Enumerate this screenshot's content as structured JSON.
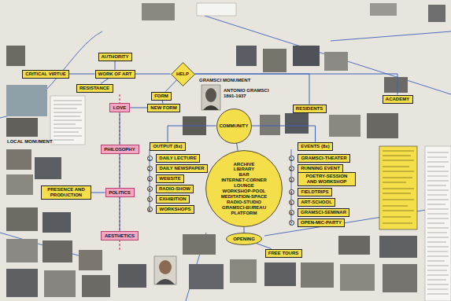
{
  "diagram": {
    "nodes": [
      {
        "text": [
          "AUTHORITY"
        ]
      },
      {
        "text": [
          "CRITICAL VIRTUE"
        ]
      },
      {
        "text": [
          "WORK OF ART"
        ]
      },
      {
        "text": [
          "HELP"
        ]
      },
      {
        "text": [
          "RESISTANCE"
        ]
      },
      {
        "text": [
          "FORM"
        ]
      },
      {
        "text": [
          "NEW FORM"
        ]
      },
      {
        "text": [
          "RESIDENTS"
        ]
      },
      {
        "text": [
          "ACADEMY"
        ]
      },
      {
        "text": [
          "COMMUNITY"
        ]
      },
      {
        "text": [
          "LOVE"
        ]
      },
      {
        "text": [
          "PHILOSOPHY"
        ]
      },
      {
        "text": [
          "POLITICS"
        ]
      },
      {
        "text": [
          "AESTHETICS"
        ]
      },
      {
        "text": [
          "PRESENCE AND PRODUCTION"
        ]
      },
      {
        "text": [
          "OUTPUT (8x)"
        ]
      },
      {
        "text": [
          "DAILY LECTURE"
        ]
      },
      {
        "text": [
          "DAILY NEWSPAPER"
        ]
      },
      {
        "text": [
          "WEBSITE"
        ]
      },
      {
        "text": [
          "RADIO-SHOW"
        ]
      },
      {
        "text": [
          "EXHIBITION"
        ]
      },
      {
        "text": [
          "WORKSHOPS"
        ]
      },
      {
        "text": [
          "ARCHIVE",
          "LIBRARY",
          "BAR",
          "INTERNET-CORNER",
          "LOUNGE",
          "WORKSHOP-POOL",
          "MEDITATION-SPACE",
          "RADIO-STUDIO",
          "GRAMSCI-BUREAU",
          "PLATFORM"
        ]
      },
      {
        "text": [
          "EVENTS (8x)"
        ]
      },
      {
        "text": [
          "GRAMSCI-THEATER"
        ]
      },
      {
        "text": [
          "RUNNING EVENT"
        ]
      },
      {
        "text": [
          "POETRY-SESSION AND WORKSHOP"
        ]
      },
      {
        "text": [
          "FIELDTRIPS"
        ]
      },
      {
        "text": [
          "ART-SCHOOL"
        ]
      },
      {
        "text": [
          "GRAMSCI-SEMINAR"
        ]
      },
      {
        "text": [
          "OPEN-MIC-PARTY"
        ]
      },
      {
        "text": [
          "OPENING"
        ]
      },
      {
        "text": [
          "FREE TOURS"
        ]
      }
    ],
    "edges": [
      {
        "from": 0,
        "to": 2,
        "arrow": "none"
      },
      {
        "from": 1,
        "to": 2,
        "arrow": "none"
      },
      {
        "from": 2,
        "to": 4,
        "arrow": "none"
      },
      {
        "from": 2,
        "to": 3,
        "arrow": "none"
      },
      {
        "from": 3,
        "to": 5,
        "arrow": "none"
      },
      {
        "from": 5,
        "to": 6,
        "arrow": "none"
      },
      {
        "from": 6,
        "to": 10,
        "arrow": "none"
      },
      {
        "from": 3,
        "to": 7,
        "arrow": "none"
      },
      {
        "from": 3,
        "to": 8,
        "arrow": "none"
      },
      {
        "from": 9,
        "to": 22,
        "arrow": "none"
      },
      {
        "from": 9,
        "to": 15,
        "arrow": "none"
      },
      {
        "from": 9,
        "to": 23,
        "arrow": "none"
      },
      {
        "from": 10,
        "to": 11,
        "arrow": "none"
      },
      {
        "from": 11,
        "to": 12,
        "arrow": "none"
      },
      {
        "from": 12,
        "to": 13,
        "arrow": "none"
      },
      {
        "from": 14,
        "to": 12,
        "arrow": "none"
      },
      {
        "from": 22,
        "to": 31,
        "arrow": "none"
      },
      {
        "from": 31,
        "to": 32,
        "arrow": "none"
      }
    ],
    "labels": [
      "GRAMSCI MONUMENT",
      "ANTONIO GRAMSCI 1891-1937",
      "LOCAL MONUMENT",
      "1",
      "2",
      "3",
      "4",
      "5",
      "6",
      "1",
      "2",
      "3",
      "4",
      "5",
      "6",
      "7"
    ]
  }
}
